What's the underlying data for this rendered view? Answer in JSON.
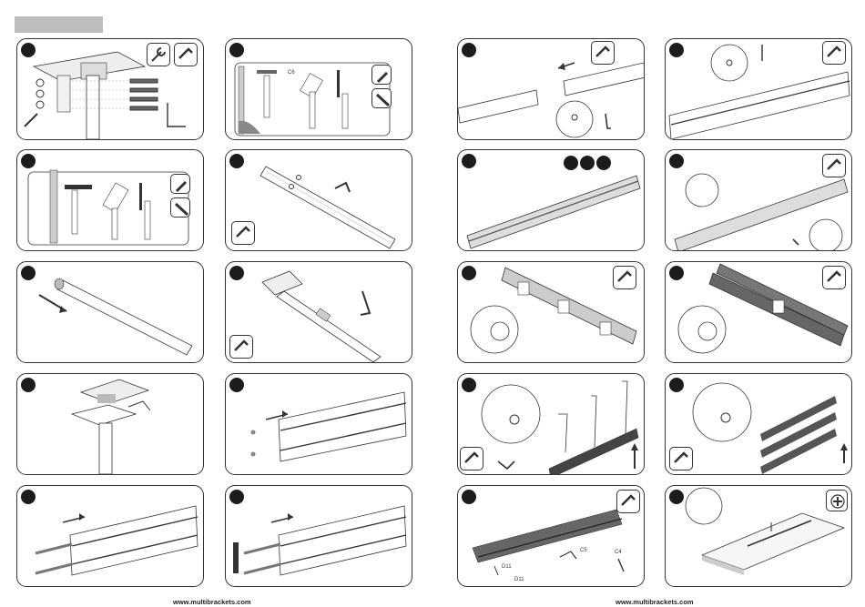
{
  "labels": {
    "c6": "C6",
    "c5": "C5",
    "c4": "C4",
    "d11_a": "D11",
    "d11_b": "D11"
  },
  "footer": {
    "left_url": "www.multibrackets.com",
    "right_url": "www.multibrackets.com"
  },
  "colors": {
    "panel_border": "#333333",
    "step_badge": "#1c1c1c",
    "header_bar": "#bdbdbd",
    "rail_dark": "#555555"
  },
  "icons": [
    "hex-key-icon",
    "wrench-icon",
    "screwdriver-icon",
    "plus-screwdriver-icon",
    "arrow-icon"
  ]
}
